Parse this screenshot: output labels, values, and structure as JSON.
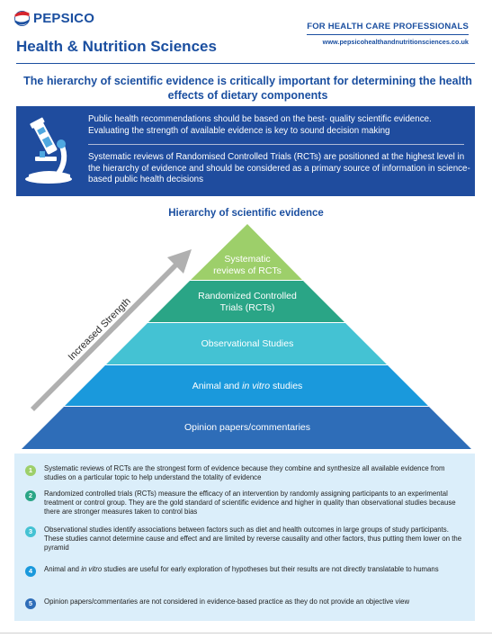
{
  "header": {
    "brand": "PEPSICO",
    "subtitle": "Health & Nutrition Sciences",
    "hcp_title": "FOR HEALTH CARE PROFESSIONALS",
    "hcp_url": "www.pepsicohealthandnutritionsciences.co.uk"
  },
  "headline": "The hierarchy of scientific evidence is critically important for determining the health effects of dietary components",
  "info_box": {
    "para1": "Public health recommendations should be based on the best- quality scientific evidence. Evaluating the strength of available evidence is key to sound decision making",
    "para2": "Systematic reviews of Randomised Controlled Trials (RCTs) are positioned at the highest level in the hierarchy of evidence and should be considered as a primary source of information in science- based public health decisions"
  },
  "pyramid": {
    "title": "Hierarchy of scientific evidence",
    "arrow_label": "Increased Strength",
    "levels": [
      {
        "line1": "Systematic",
        "line2": "reviews of  RCTs",
        "color": "#9dcf6a"
      },
      {
        "line1": "Randomized Controlled",
        "line2": "Trials (RCTs)",
        "color": "#2aa586"
      },
      {
        "text": "Observational Studies",
        "color": "#44c2d3"
      },
      {
        "text_pre": "Animal and ",
        "text_em": "in vitro",
        "text_post": " studies",
        "color": "#1a99dc"
      },
      {
        "text": "Opinion papers/commentaries",
        "color": "#2e6db8"
      }
    ]
  },
  "legend": [
    {
      "n": "1",
      "color": "#9dcf6a",
      "text": "Systematic reviews of RCTs are the strongest form of evidence because they combine and synthesize all available evidence from studies on a particular topic to help understand the totality of evidence"
    },
    {
      "n": "2",
      "color": "#2aa586",
      "text": "Randomized controlled trials (RCTs) measure the efficacy of an intervention by randomly assigning participants to an experimental treatment or control group. They are the gold standard of scientific evidence and higher in quality than observational studies because there are stronger measures taken to control bias"
    },
    {
      "n": "3",
      "color": "#44c2d3",
      "text": "Observational studies identify associations between factors such as diet and health outcomes in large groups of study participants. These studies cannot determine cause and effect and are limited by reverse causality and other factors, thus putting them lower on the pyramid"
    },
    {
      "n": "4",
      "color": "#1a99dc",
      "text_pre": "Animal and ",
      "text_em": "in vitro",
      "text_post": " studies are useful for early exploration of hypotheses but their results are not directly translatable to humans"
    },
    {
      "n": "5",
      "color": "#2e6db8",
      "text": "Opinion papers/commentaries are not considered in evidence-based practice as they do not provide an objective view"
    }
  ]
}
